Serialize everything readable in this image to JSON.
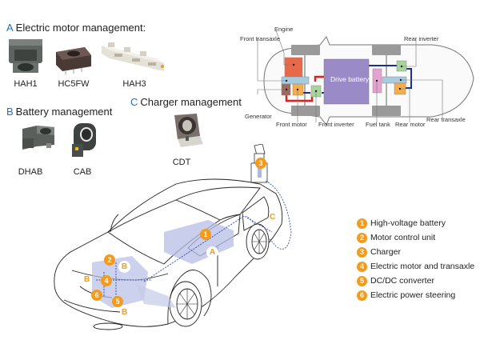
{
  "sections": {
    "a": {
      "letter": "A",
      "title": "Electric motor management:",
      "products": [
        "HAH1",
        "HC5FW",
        "HAH3"
      ]
    },
    "b": {
      "letter": "B",
      "title": "Battery management",
      "products": [
        "DHAB",
        "CAB"
      ]
    },
    "c": {
      "letter": "C",
      "title": "Charger management",
      "products": [
        "CDT"
      ]
    }
  },
  "drivetrain_diagram": {
    "center_label": "Drive battery",
    "labels": {
      "engine": "Engine",
      "front_transaxle": "Front transaxle",
      "generator": "Generator",
      "front_motor": "Front motor",
      "front_inverter": "Front inverter",
      "fuel_tank": "Fuel tank",
      "rear_motor": "Rear motor",
      "rear_transaxle": "Rear transaxle",
      "rear_inverter": "Rear inverter"
    },
    "colors": {
      "engine": "#e8684a",
      "transaxle": "#a9cbe0",
      "generator": "#9c6b5e",
      "motor": "#f6ad4e",
      "inverter": "#a8d39a",
      "battery": "#9b8ac8",
      "fuel_tank": "#e4a2cf",
      "wheel": "#9a9a9a",
      "hv_line": "#e02020",
      "lv_line": "#1a2f8f"
    }
  },
  "car_markers": {
    "numbers": [
      "1",
      "2",
      "3",
      "4",
      "5",
      "6"
    ],
    "letters": {
      "a": "A",
      "b": "B",
      "c": "C"
    }
  },
  "legend": [
    {
      "num": "1",
      "label": "High-voltage battery"
    },
    {
      "num": "2",
      "label": "Motor control unit"
    },
    {
      "num": "3",
      "label": "Charger"
    },
    {
      "num": "4",
      "label": "Electric motor and transaxle"
    },
    {
      "num": "5",
      "label": "DC/DC converter"
    },
    {
      "num": "6",
      "label": "Electric power steering"
    }
  ],
  "accent_colors": {
    "section_letter": "#1f6fc0",
    "marker": "#f49b1d"
  }
}
